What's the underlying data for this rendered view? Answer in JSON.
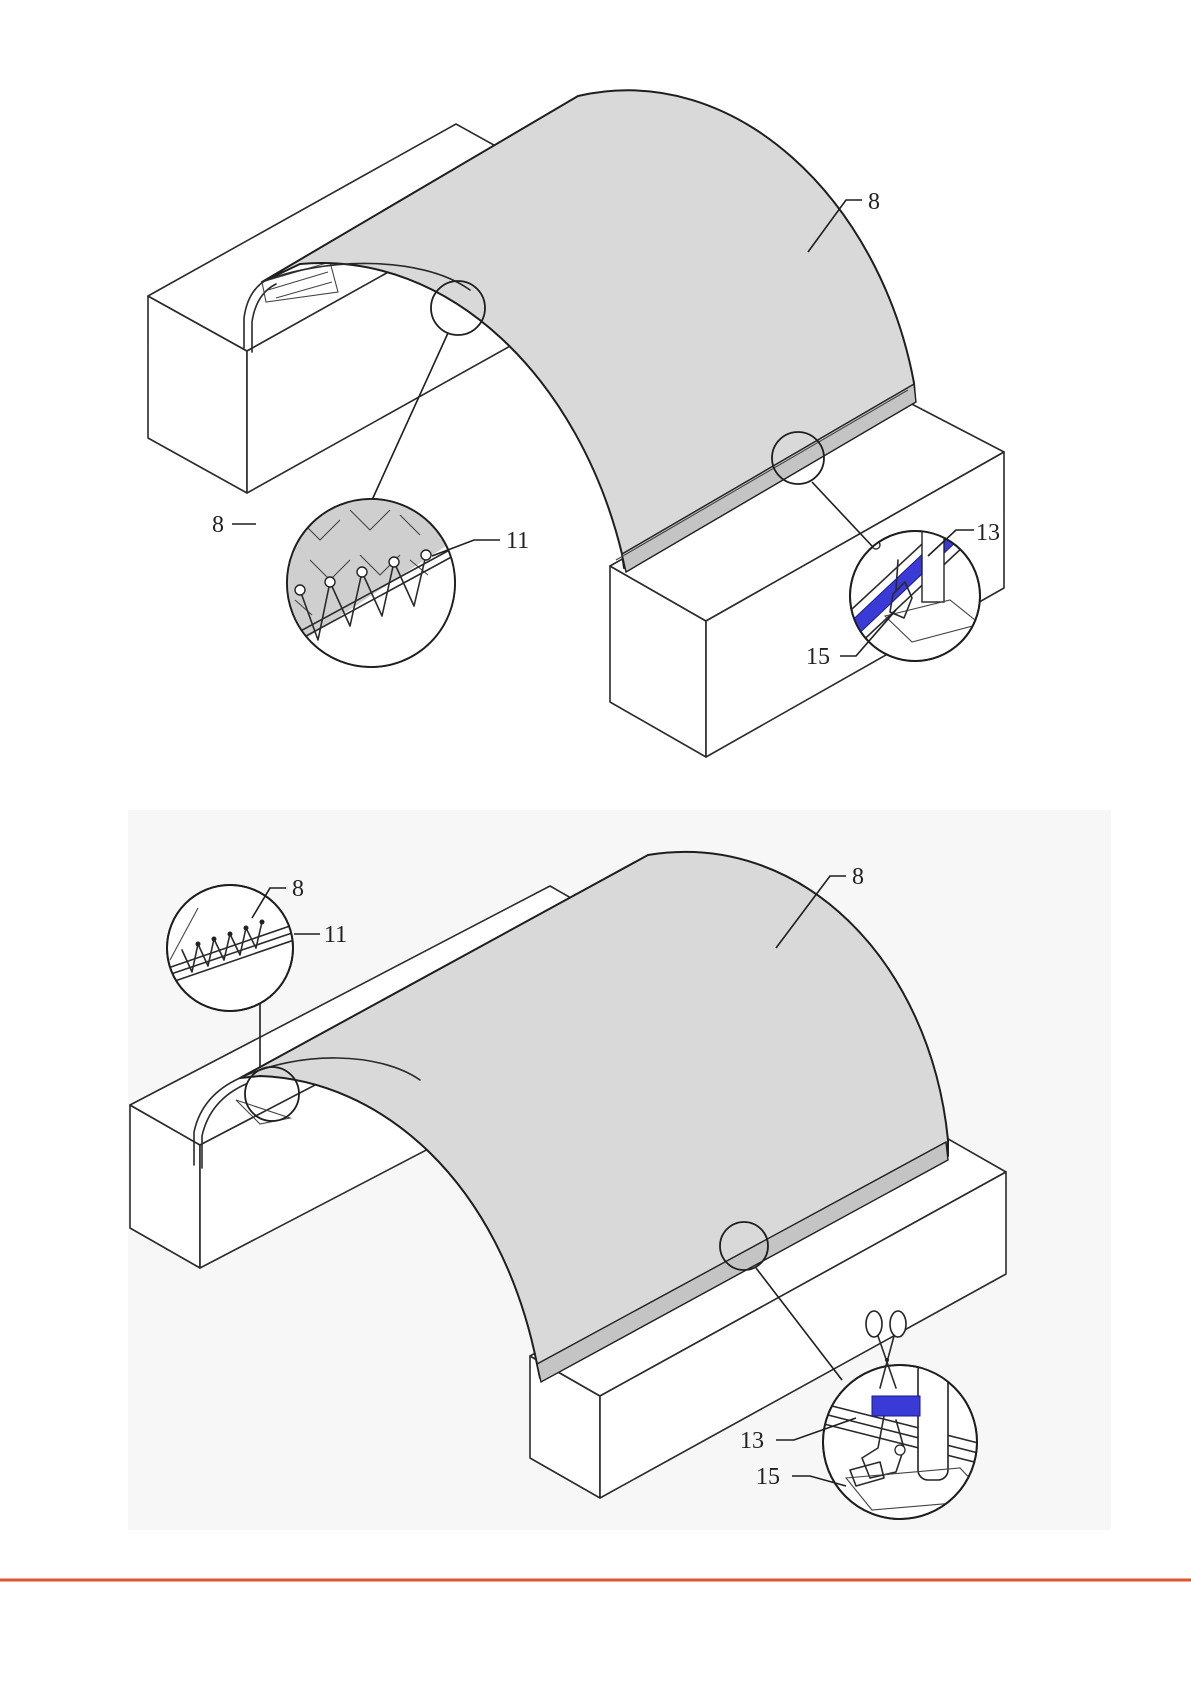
{
  "figure_top": {
    "labels": {
      "canopy": "8",
      "detail_fabric": "8",
      "detail_lacing": "11",
      "detail_strap": "13",
      "detail_hook": "15"
    }
  },
  "figure_bottom": {
    "labels": {
      "canopy": "8",
      "detail_fabric": "8",
      "detail_lacing": "11",
      "detail_strap": "13",
      "detail_hook": "15"
    },
    "icons": [
      "scissors-icon"
    ]
  },
  "colors": {
    "canopy_fill": "#d9d9d9",
    "strap_blue": "#3a3ad6",
    "footer_rule": "#e0552f",
    "bottom_panel_bg": "#f7f7f7"
  }
}
